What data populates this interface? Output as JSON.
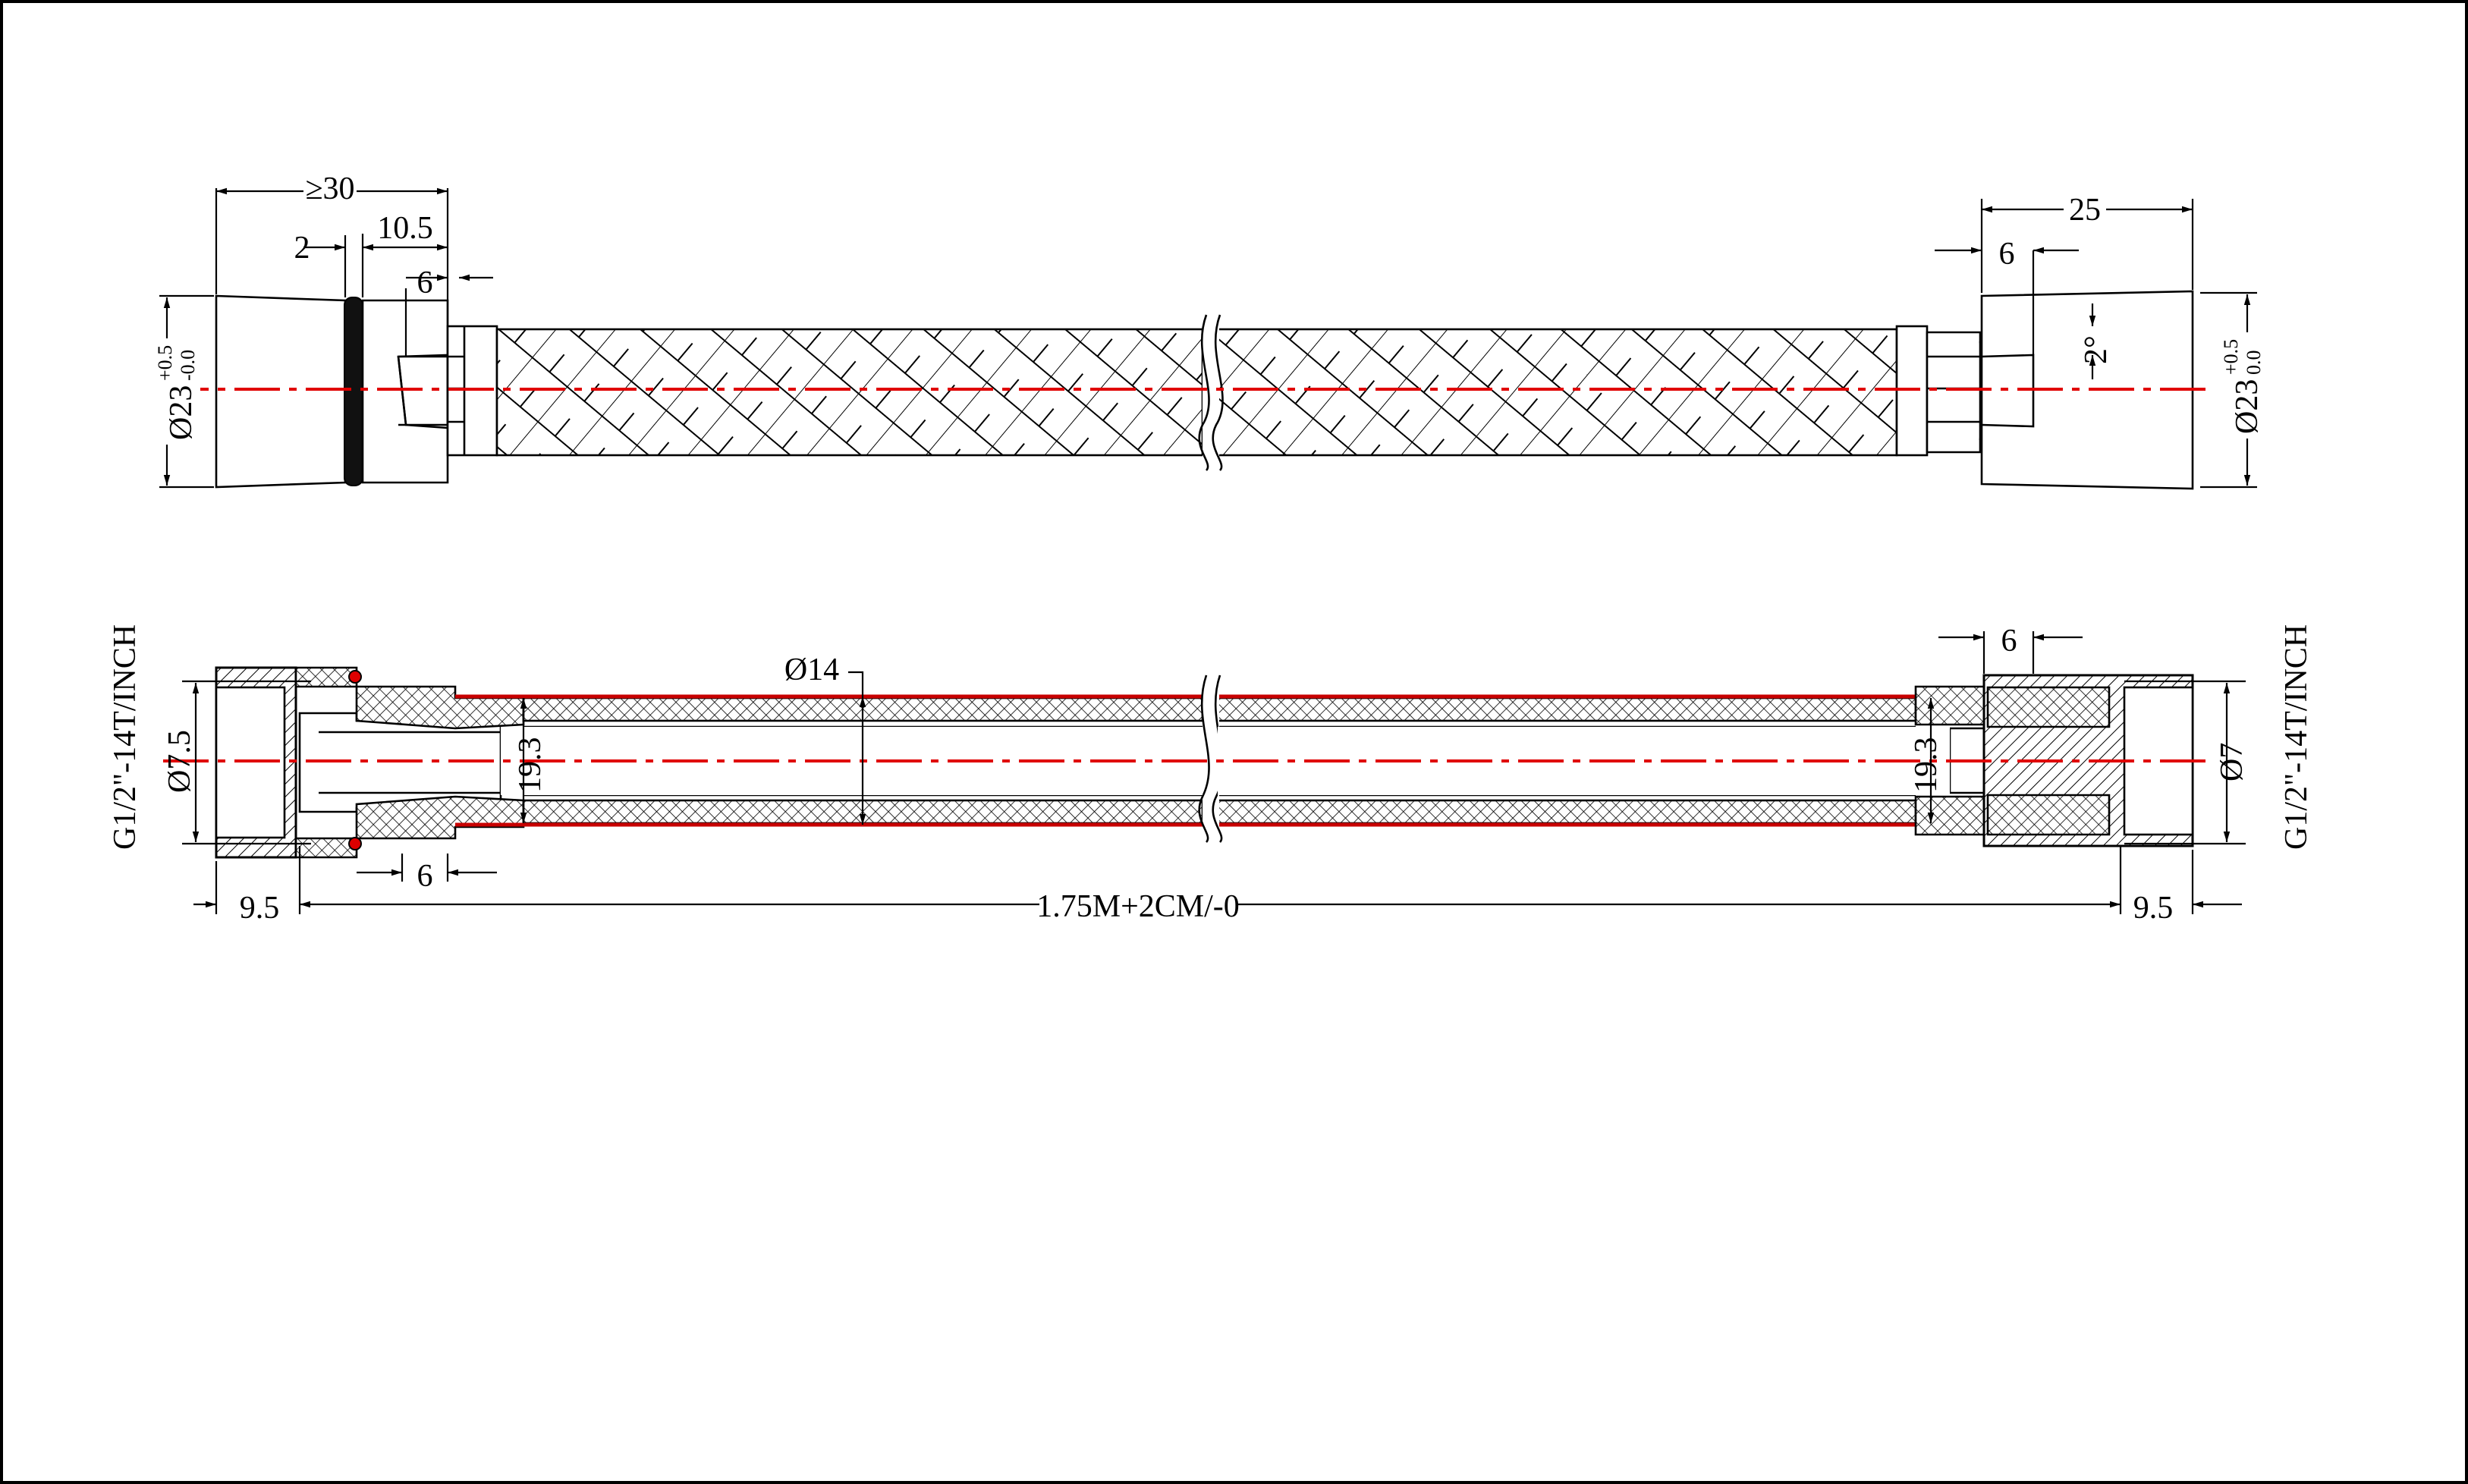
{
  "top_view": {
    "dim_min_length": "≥30",
    "dim_ring_offset": "2",
    "dim_nut_length": "10.5",
    "dim_left_taper": "6",
    "dim_left_diameter_main": "Ø23",
    "dim_left_tol_upper": "+0.5",
    "dim_left_tol_lower": "-0.0",
    "dim_right_length": "25",
    "dim_right_taper": "6",
    "dim_angle": "2°",
    "dim_right_diameter_main": "Ø23",
    "dim_right_tol_upper": "+0.5",
    "dim_right_tol_lower": "0.0"
  },
  "section_view": {
    "thread_left": "G1/2\"-14T/INCH",
    "thread_right": "G1/2\"-14T/INCH",
    "bore_left": "Ø7.5",
    "bore_right": "Ø7",
    "hose_outer_diameter": "Ø14",
    "insert_left": "19.3",
    "insert_right": "19.3",
    "dim_left_end": "9.5",
    "dim_right_end": "9.5",
    "dim_left_crimp": "6",
    "dim_right_crimp": "6",
    "overall_length": "1.75M+2CM/-0"
  },
  "colors": {
    "outline": "#000000",
    "centerline": "#e00000",
    "inner_tube": "#c80000"
  }
}
